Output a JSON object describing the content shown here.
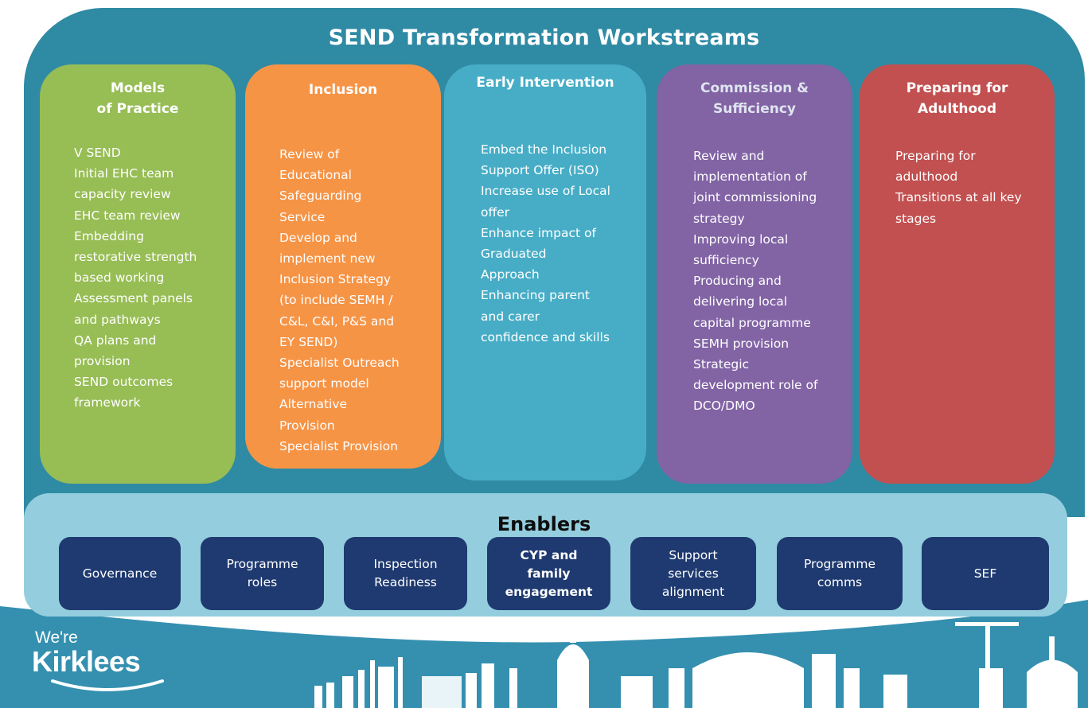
{
  "title": "SEND Transformation Workstreams",
  "workstreams": [
    {
      "title": "Models\nof Practice",
      "items": "V SEND\nInitial EHC team\ncapacity review\nEHC team review\nEmbedding\nrestorative strength\nbased working\nAssessment panels\nand pathways\nQA plans and\nprovision\nSEND outcomes\nframework"
    },
    {
      "title": "Inclusion",
      "items": "Review of\nEducational\nSafeguarding\nService\nDevelop and\nimplement new\nInclusion Strategy\n(to include SEMH /\nC&L, C&I, P&S and\nEY SEND)\nSpecialist Outreach\nsupport model\nAlternative\nProvision\nSpecialist Provision"
    },
    {
      "title": "Early Intervention",
      "items": "Embed the Inclusion\nSupport Offer (ISO)\nIncrease use of Local\noffer\nEnhance impact of\nGraduated\nApproach\nEnhancing parent\nand carer\nconfidence and skills"
    },
    {
      "title": "Commission &\nSufficiency",
      "items": "Review and\nimplementation of\njoint commissioning\nstrategy\nImproving local\nsufficiency\nProducing and\ndelivering local\ncapital programme\nSEMH provision\nStrategic\ndevelopment role of\nDCO/DMO"
    },
    {
      "title": "Preparing for\nAdulthood",
      "items": "Preparing for\nadulthood\nTransitions at all key\nstages"
    }
  ],
  "enablers": {
    "title": "Enablers",
    "items": [
      "Governance",
      "Programme\nroles",
      "Inspection\nReadiness",
      "CYP and\nfamily\nengagement",
      "Support\nservices\nalignment",
      "Programme\ncomms",
      "SEF"
    ]
  },
  "logo": {
    "line1": "We're",
    "line2": "Kirklees"
  },
  "colors": {
    "outer": "#2f8aa4",
    "models_of_practice": "#97bd55",
    "inclusion": "#f69446",
    "early_intervention": "#47adc6",
    "commission_sufficiency": "#8264a5",
    "preparing_for_adulthood": "#c25050",
    "enablers_band": "#94cede",
    "enabler_box": "#1f3a70",
    "skyline": "#3590b0"
  }
}
